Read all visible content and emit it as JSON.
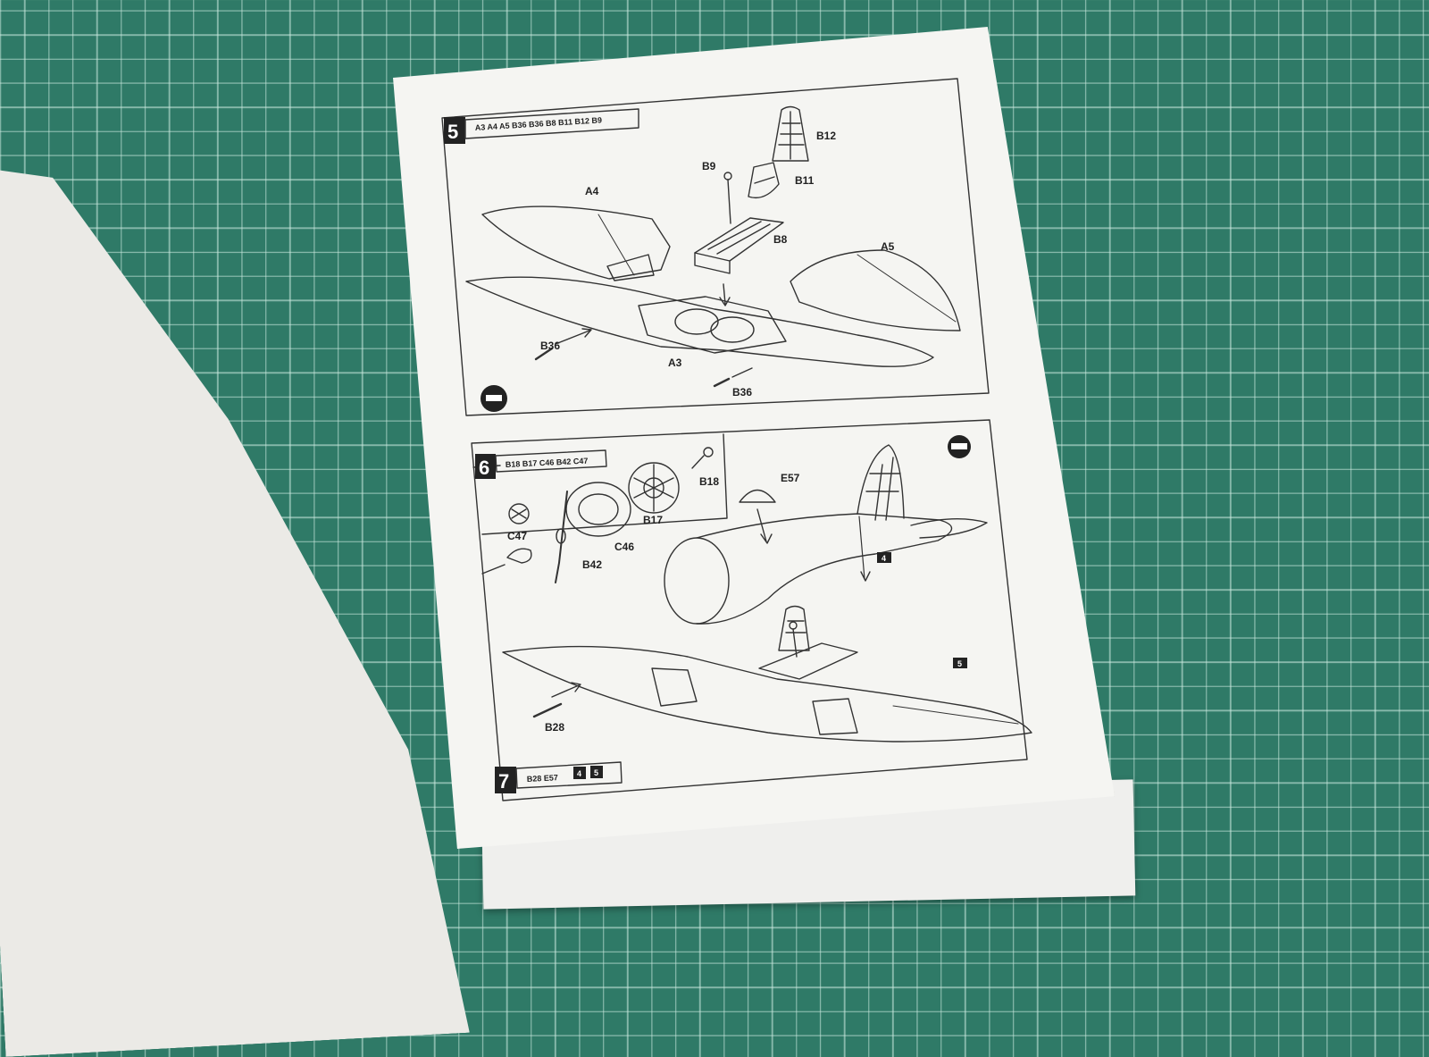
{
  "step5": {
    "number": "5",
    "parts_list": "A3  A4  A5  B36  B36  B8  B11  B12  B9",
    "labels": {
      "b12": "B12",
      "b9": "B9",
      "b11": "B11",
      "a4": "A4",
      "b8": "B8",
      "a5": "A5",
      "b36_left": "B36",
      "a3": "A3",
      "b36_bottom": "B36"
    }
  },
  "step6": {
    "number": "6",
    "parts_list": "B18  B17  C46  B42  C47",
    "labels": {
      "b18": "B18",
      "b17": "B17",
      "c47": "C47",
      "c46": "C46",
      "b42": "B42"
    }
  },
  "step7": {
    "number": "7",
    "parts_list": "B28  E57",
    "refs": [
      "4",
      "5"
    ],
    "labels": {
      "e57": "E57",
      "b28": "B28",
      "ref4": "4",
      "ref5": "5"
    }
  },
  "colors": {
    "mat": "#2f7a67",
    "paper": "#f5f5f2",
    "ink": "#222222"
  }
}
